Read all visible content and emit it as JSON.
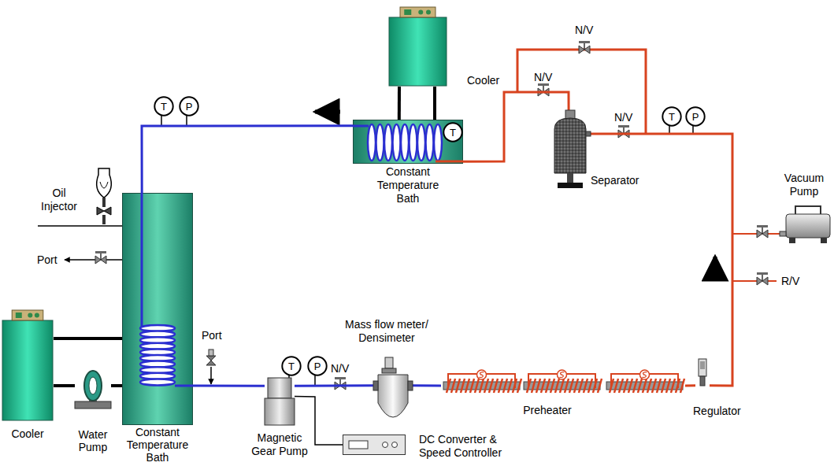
{
  "diagram": {
    "nodes": [
      {
        "text": [
          "Cooler"
        ]
      },
      {
        "text": [
          "Constant Temperature Bath"
        ]
      },
      {
        "text": [
          "Separator"
        ]
      },
      {
        "text": [
          "Vacuum Pump"
        ]
      },
      {
        "text": [
          "Regulator"
        ]
      },
      {
        "text": [
          "Preheater"
        ]
      },
      {
        "text": [
          "Mass flow meter/ Densimeter"
        ]
      },
      {
        "text": [
          "Magnetic Gear Pump"
        ]
      },
      {
        "text": [
          "DC Converter & Speed Controller"
        ]
      },
      {
        "text": [
          "Constant Temperature Bath"
        ]
      },
      {
        "text": [
          "Water Pump"
        ]
      },
      {
        "text": [
          "Cooler"
        ]
      },
      {
        "text": [
          "Oil Injector"
        ]
      },
      {
        "text": [
          "T"
        ]
      },
      {
        "text": [
          "P"
        ]
      },
      {
        "text": [
          "T"
        ]
      },
      {
        "text": [
          "T"
        ]
      },
      {
        "text": [
          "P"
        ]
      },
      {
        "text": [
          "T"
        ]
      },
      {
        "text": [
          "P"
        ]
      }
    ],
    "edges": [
      {
        "from": 0,
        "to": 1,
        "arrow": "none"
      },
      {
        "from": 1,
        "to": 2,
        "arrow": "none"
      },
      {
        "from": 2,
        "to": 4,
        "arrow": "none"
      },
      {
        "from": 5,
        "to": 4,
        "arrow": "none"
      },
      {
        "from": 6,
        "to": 5,
        "arrow": "none"
      },
      {
        "from": 7,
        "to": 6,
        "arrow": "none"
      },
      {
        "from": 9,
        "to": 7,
        "arrow": "none"
      },
      {
        "from": 1,
        "to": 9,
        "arrow": "none"
      },
      {
        "from": 11,
        "to": 9,
        "arrow": "none"
      },
      {
        "from": 11,
        "to": 10,
        "arrow": "none"
      },
      {
        "from": 10,
        "to": 9,
        "arrow": "none"
      },
      {
        "from": 7,
        "to": 8,
        "arrow": "none"
      }
    ],
    "labels": [
      "N/V",
      "N/V",
      "N/V",
      "Port",
      "Port",
      "N/V",
      "R/V"
    ]
  }
}
